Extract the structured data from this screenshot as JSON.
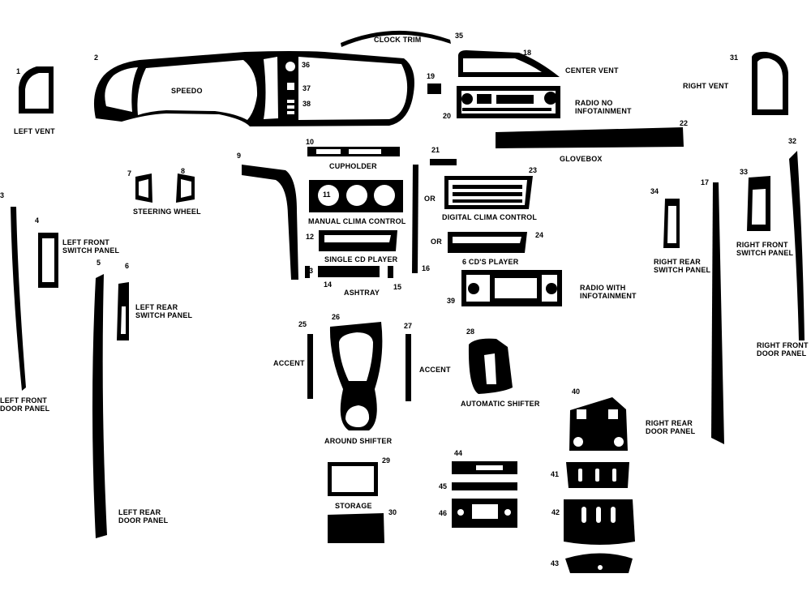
{
  "colors": {
    "part": "#000000",
    "background": "#ffffff"
  },
  "labels": {
    "clock_trim": "CLOCK TRIM",
    "center_vent": "CENTER VENT",
    "left_vent": "LEFT VENT",
    "speedo": "SPEEDO",
    "right_vent": "RIGHT VENT",
    "radio_no_infotainment": "RADIO NO\nINFOTAINMENT",
    "glovebox": "GLOVEBOX",
    "cupholder": "CUPHOLDER",
    "steering_wheel": "STEERING WHEEL",
    "manual_clima_control": "MANUAL CLIMA CONTROL",
    "or_1": "OR",
    "digital_clima_control": "DIGITAL CLIMA CONTROL",
    "or_2": "OR",
    "left_front_switch_panel": "LEFT FRONT\nSWITCH PANEL",
    "single_cd_player": "SINGLE CD PLAYER",
    "six_cds_player": "6 CD'S PLAYER",
    "right_rear_switch_panel": "RIGHT REAR\nSWITCH PANEL",
    "right_front_switch_panel": "RIGHT FRONT\nSWITCH PANEL",
    "ashtray": "ASHTRAY",
    "radio_with_infotainment": "RADIO WITH\nINFOTAINMENT",
    "left_rear_switch_panel": "LEFT REAR\nSWITCH PANEL",
    "accent_left": "ACCENT",
    "accent_right": "ACCENT",
    "right_front_door_panel": "RIGHT FRONT\nDOOR PANEL",
    "left_front_door_panel": "LEFT FRONT\nDOOR PANEL",
    "automatic_shifter": "AUTOMATIC SHIFTER",
    "right_rear_door_panel": "RIGHT REAR\nDOOR PANEL",
    "around_shifter": "AROUND SHIFTER",
    "storage": "STORAGE",
    "left_rear_door_panel": "LEFT REAR\nDOOR PANEL"
  },
  "numbers": {
    "n1": "1",
    "n2": "2",
    "n3": "3",
    "n4": "4",
    "n5": "5",
    "n6": "6",
    "n7": "7",
    "n8": "8",
    "n9": "9",
    "n10": "10",
    "n11": "11",
    "n12": "12",
    "n13": "13",
    "n14": "14",
    "n15": "15",
    "n16": "16",
    "n17": "17",
    "n18": "18",
    "n19": "19",
    "n20": "20",
    "n21": "21",
    "n22": "22",
    "n23": "23",
    "n24": "24",
    "n25": "25",
    "n26": "26",
    "n27": "27",
    "n28": "28",
    "n29": "29",
    "n30": "30",
    "n31": "31",
    "n32": "32",
    "n33": "33",
    "n34": "34",
    "n35": "35",
    "n36": "36",
    "n37": "37",
    "n38": "38",
    "n39": "39",
    "n40": "40",
    "n41": "41",
    "n42": "42",
    "n43": "43",
    "n44": "44",
    "n45": "45",
    "n46": "46"
  }
}
